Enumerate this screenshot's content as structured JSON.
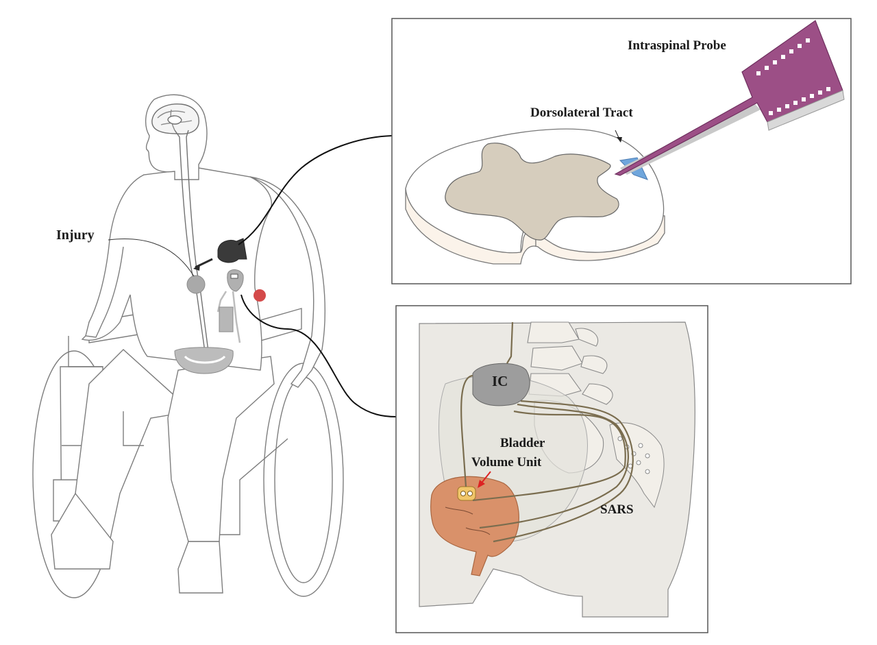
{
  "figure": {
    "colors": {
      "outline": "#7d7d7d",
      "spinal_white_matter": "#fbf3ea",
      "spinal_gray_matter": "#d6cdbd",
      "probe": "#9c4f86",
      "probe_edge": "#c9c9c9",
      "probe_tip": "#6fa6dc",
      "pelvis_bg": "#ebe9e4",
      "bladder": "#d9916a",
      "implant_gray": "#9d9d9d",
      "red_marker": "#d44a4a"
    },
    "labels": {
      "injury": "Injury",
      "intraspinal_probe": "Intraspinal Probe",
      "dorsolateral_tract": "Dorsolateral Tract",
      "ic": "IC",
      "bladder_volume_unit_line1": "Bladder",
      "bladder_volume_unit_line2": "Volume Unit",
      "sars": "SARS"
    }
  }
}
